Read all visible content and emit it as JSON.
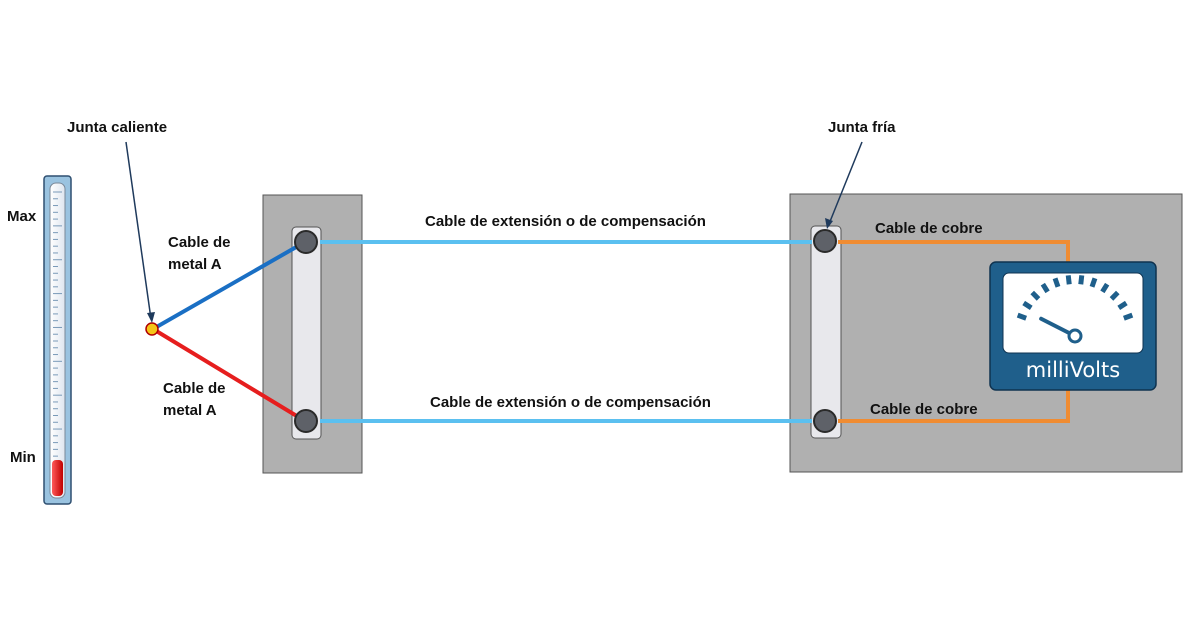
{
  "thermometer": {
    "max_label": "Max",
    "min_label": "Min",
    "level_fraction": 0.1
  },
  "labels": {
    "hot_junction": "Junta caliente",
    "cold_junction": "Junta fría",
    "metal_a_top_line1": "Cable de",
    "metal_a_top_line2": "metal A",
    "metal_a_bottom_line1": "Cable de",
    "metal_a_bottom_line2": "metal A",
    "extension_top": "Cable de extensión o de compensación",
    "extension_bottom": "Cable de extensión o de compensación",
    "copper_top": "Cable de cobre",
    "copper_bottom": "Cable de cobre"
  },
  "meter": {
    "unit": "milliVolts",
    "needle_fraction": 0.05
  },
  "colors": {
    "metal_a_top_wire": "#1a6fc4",
    "metal_a_bottom_wire": "#e61e1e",
    "extension_wire": "#5bc0f0",
    "copper_wire": "#f08c32",
    "panel": "#b0b0b0",
    "meter_body": "#1f5f8b",
    "thermo_fill": "#e01010"
  }
}
